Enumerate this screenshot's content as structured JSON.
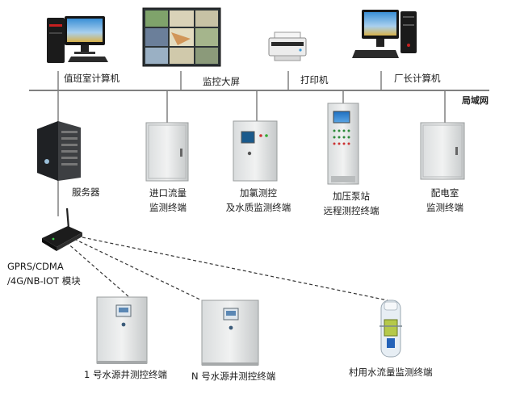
{
  "network": {
    "lan_label": "局域网"
  },
  "top_devices": [
    {
      "id": "duty-pc",
      "label": "值班室计算机",
      "icon": "desktop-computer-icon"
    },
    {
      "id": "screen",
      "label": "监控大屏",
      "icon": "video-wall-icon"
    },
    {
      "id": "printer",
      "label": "打印机",
      "icon": "printer-icon"
    },
    {
      "id": "director-pc",
      "label": "厂长计算机",
      "icon": "desktop-computer-icon"
    }
  ],
  "lan_devices": [
    {
      "id": "server",
      "lines": [
        "服务器"
      ],
      "icon": "server-icon"
    },
    {
      "id": "inlet-flow",
      "lines": [
        "进口流量",
        "监测终端"
      ],
      "icon": "cabinet-icon"
    },
    {
      "id": "chlorine",
      "lines": [
        "加氯测控",
        "及水质监测终端"
      ],
      "icon": "cabinet-with-display-icon"
    },
    {
      "id": "booster",
      "lines": [
        "加压泵站",
        "远程测控终端"
      ],
      "icon": "tall-control-cabinet-icon"
    },
    {
      "id": "power-room",
      "lines": [
        "配电室",
        "监测终端"
      ],
      "icon": "cabinet-icon"
    }
  ],
  "modem": {
    "lines": [
      "GPRS/CDMA",
      "/4G/NB-IOT 模块"
    ],
    "icon": "wireless-modem-icon"
  },
  "remote_devices": [
    {
      "id": "well-1",
      "label": "1 号水源井测控终端",
      "icon": "well-cabinet-icon"
    },
    {
      "id": "well-n",
      "label": "N 号水源井测控终端",
      "icon": "well-cabinet-icon"
    },
    {
      "id": "village-flow",
      "label": "村用水流量监测终端",
      "icon": "flow-meter-tube-icon"
    }
  ]
}
